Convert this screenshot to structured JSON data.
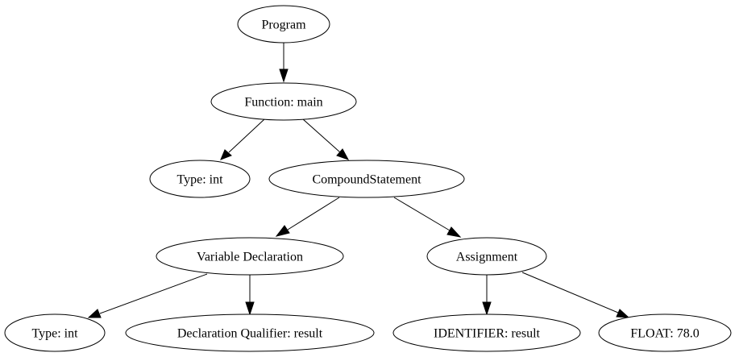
{
  "diagram": {
    "nodes": {
      "program": "Program",
      "function_main": "Function: main",
      "type_int_1": "Type: int",
      "compound_statement": "CompoundStatement",
      "variable_declaration": "Variable Declaration",
      "assignment": "Assignment",
      "type_int_2": "Type: int",
      "declaration_qualifier": "Declaration Qualifier: result",
      "identifier": "IDENTIFIER: result",
      "float_literal": "FLOAT: 78.0"
    }
  }
}
